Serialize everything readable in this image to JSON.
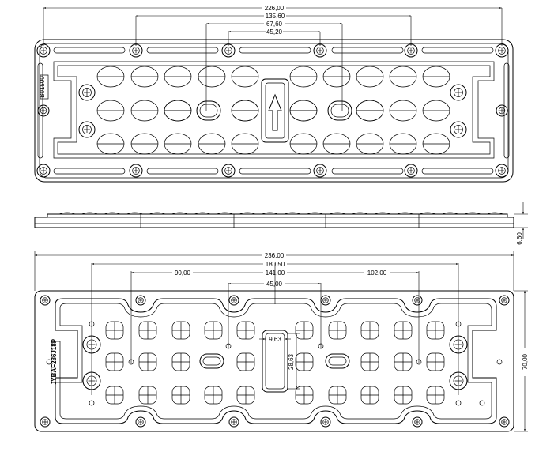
{
  "top_view": {
    "dimensions": {
      "total_width": "226,00",
      "screw_pitch_1": "135,60",
      "screw_pitch_2": "67,60",
      "screw_pitch_3": "45,20"
    },
    "side_label": "B01500",
    "lens_grid": {
      "rows": 3,
      "cols": 10
    }
  },
  "side_view": {
    "dimensions": {
      "height": "6,60"
    }
  },
  "bottom_view": {
    "dimensions": {
      "total_width": "236,00",
      "pitch_1": "180,50",
      "offset_left": "90,00",
      "pitch_2": "141,00",
      "offset_right": "102,00",
      "pitch_3": "45,00",
      "window_width": "9,63",
      "window_height": "28,63",
      "total_height": "70,00"
    },
    "side_label": "JYBAF286J18P",
    "lens_grid": {
      "rows": 3,
      "cols": 10
    }
  },
  "colors": {
    "line": "#000000",
    "background": "#ffffff"
  }
}
